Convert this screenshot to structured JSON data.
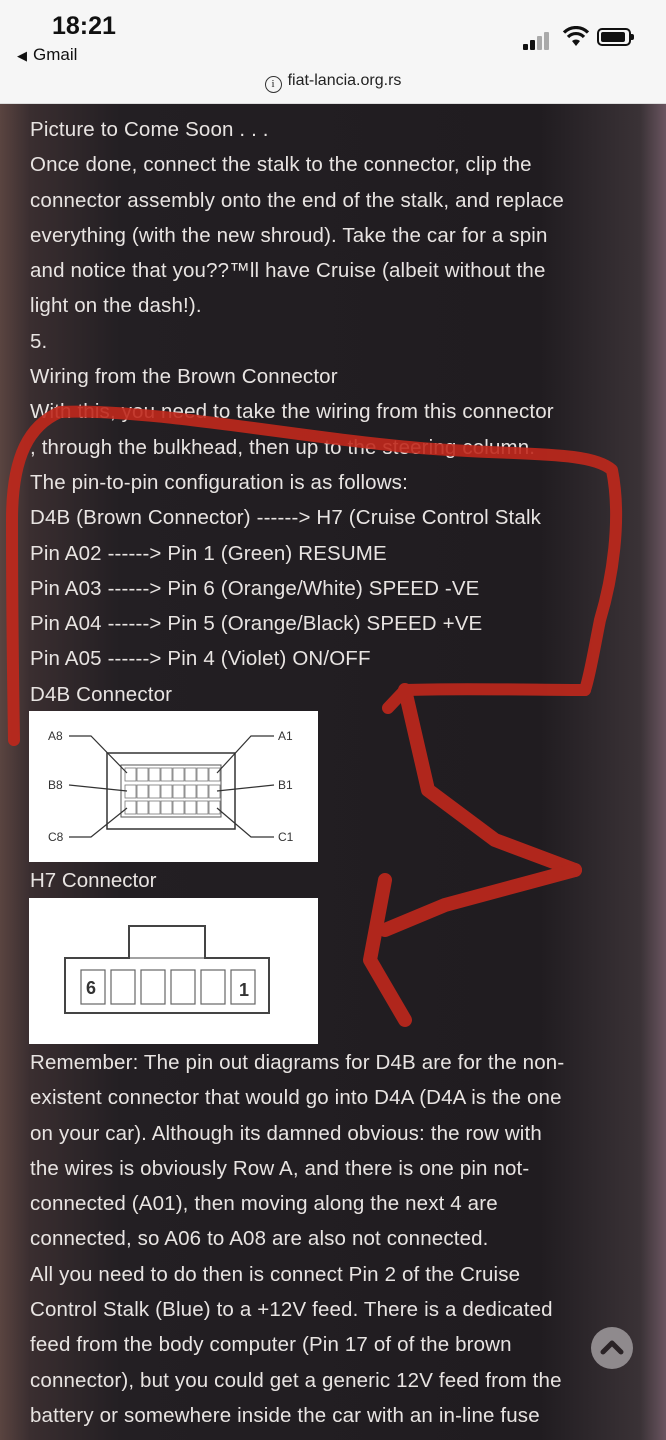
{
  "status": {
    "time": "18:21",
    "back_app": "Gmail"
  },
  "browser": {
    "url": "fiat-lancia.org.rs"
  },
  "article": {
    "top_lines": [
      "Picture to Come Soon . . .",
      "Once done, connect the stalk to the connector, clip the",
      "connector assembly onto the end of the stalk, and replace",
      "everything (with the new shroud). Take the car for a spin",
      "and notice that you??™ll have Cruise (albeit without the",
      "light on the dash!).",
      "5.",
      "Wiring from the Brown Connector",
      "With this, you need to take the wiring from this connector",
      ", through the bulkhead, then up to the steering column.",
      "The pin-to-pin configuration is as follows:",
      "D4B (Brown Connector) ------> H7 (Cruise Control Stalk",
      "Pin A02 ------> Pin 1 (Green) RESUME",
      "Pin A03 ------> Pin 6 (Orange/White) SPEED -VE",
      "Pin A04 ------> Pin 5 (Orange/Black) SPEED +VE",
      "Pin A05 ------> Pin 4 (Violet) ON/OFF",
      "D4B Connector"
    ],
    "d4b_diagram": {
      "a8": "A8",
      "a1": "A1",
      "b8": "B8",
      "b1": "B1",
      "c8": "C8",
      "c1": "C1"
    },
    "h7_caption": "H7 Connector",
    "h7_diagram": {
      "left": "6",
      "right": "1"
    },
    "bottom_lines": [
      "Remember: The pin out diagrams for D4B are for the non-",
      "existent connector that would go into D4A (D4A is the one",
      "on your car). Although its damned obvious: the row with",
      "the wires is obviously Row A, and there is one pin not-",
      "connected (A01), then moving along the next 4 are",
      "connected, so A06 to A08 are also not connected.",
      "All you need to do then is connect Pin 2 of the Cruise",
      "Control Stalk (Blue) to a +12V feed. There is a dedicated",
      "feed from the body computer (Pin 17 of of the brown",
      "connector), but you could get a generic 12V feed from the",
      "battery or somewhere inside the car with an in-line fuse"
    ]
  },
  "colors": {
    "annotation": "#c0281c",
    "text": "#e8e4e2"
  },
  "icons": {
    "scroll_top": "chevron-up-icon",
    "info": "info-icon"
  }
}
